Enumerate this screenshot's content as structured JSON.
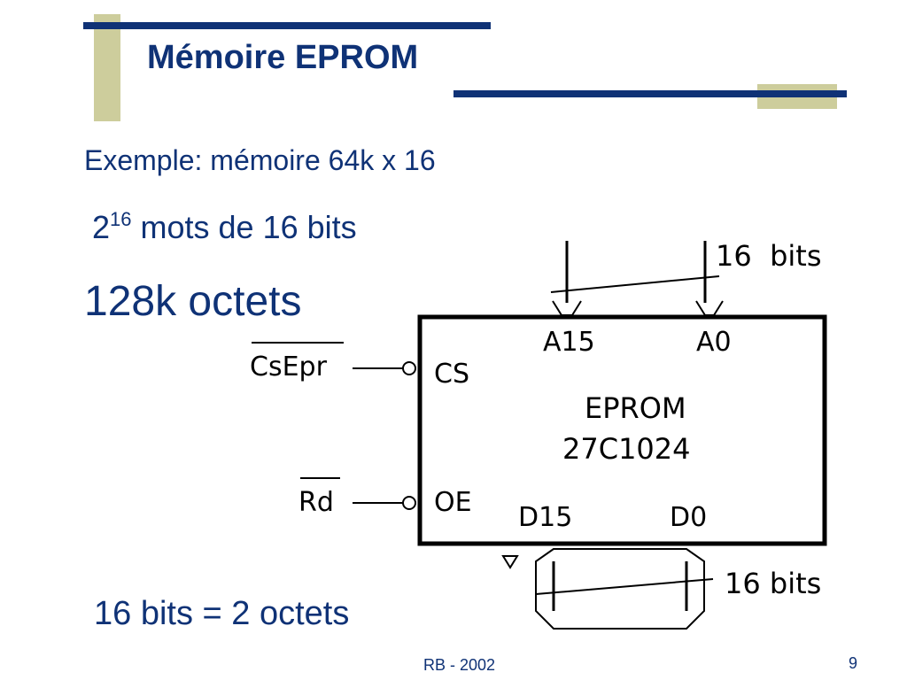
{
  "slide": {
    "title": "Mémoire EPROM",
    "example": "Exemple: mémoire 64k x 16",
    "words_base": "2",
    "words_exp": "16",
    "words_rest": " mots de 16 bits",
    "bytes": "128k octets",
    "bits_eq": "16 bits = 2 octets",
    "footer": "RB - 2002",
    "page_number": "9"
  },
  "diagram": {
    "chip_name": "EPROM",
    "chip_part": "27C1024",
    "addr_msb": "A15",
    "addr_lsb": "A0",
    "data_msb": "D15",
    "data_lsb": "D0",
    "pin_cs": "CS",
    "pin_oe": "OE",
    "signal_cs": "CsEpr",
    "signal_rd": "Rd",
    "addr_bus_width": "16  bits",
    "data_bus_width": "16 bits"
  },
  "colors": {
    "title_text": "#0f3276",
    "rule_navy": "#0f3276",
    "accent_khaki": "#cdcd9c"
  }
}
